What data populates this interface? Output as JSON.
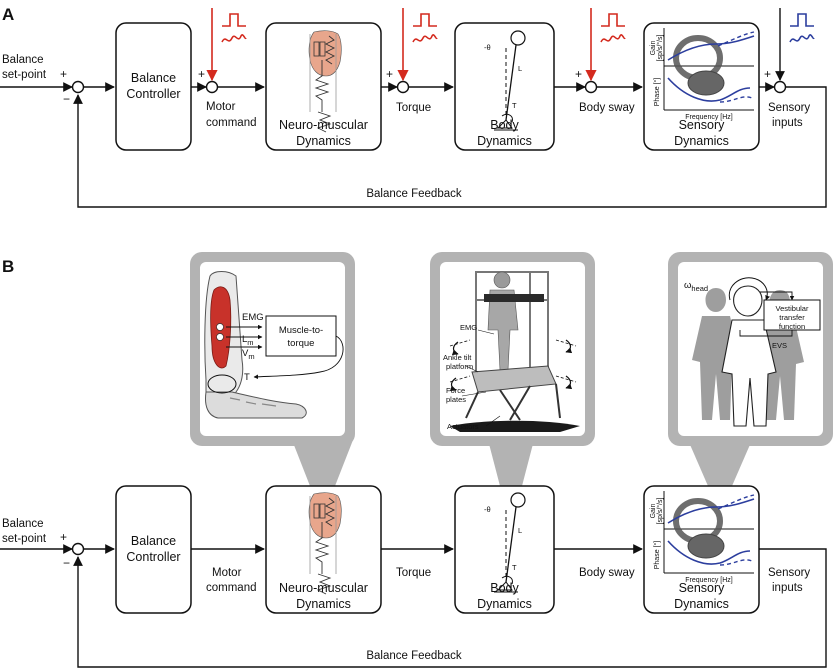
{
  "panels": {
    "a": "A",
    "b": "B"
  },
  "signals": {
    "setpoint_line1": "Balance",
    "setpoint_line2": "set-point",
    "motor_line1": "Motor",
    "motor_line2": "command",
    "torque": "Torque",
    "body_sway": "Body sway",
    "sensory_line1": "Sensory",
    "sensory_line2": "inputs",
    "feedback": "Balance Feedback",
    "plus": "+",
    "minus": "−"
  },
  "blocks": {
    "controller_line1": "Balance",
    "controller_line2": "Controller",
    "nm_line1": "Neuro-muscular",
    "nm_line2": "Dynamics",
    "body_line1": "Body",
    "body_line2": "Dynamics",
    "sensory_line1": "Sensory",
    "sensory_line2": "Dynamics"
  },
  "body_icon": {
    "theta": "-θ",
    "length": "L",
    "torque": "T"
  },
  "bode": {
    "gain_line1": "Gain",
    "gain_line2": "[sp/s/°/s]",
    "phase": "Phase [°]",
    "freq": "Frequency [Hz]"
  },
  "insets": {
    "muscle": {
      "emg": "EMG",
      "lm": "L",
      "lm_sub": "m",
      "vm": "V",
      "vm_sub": "m",
      "t": "T",
      "box_line1": "Muscle-to-",
      "box_line2": "torque"
    },
    "platform": {
      "emg": "EMG",
      "ankle_line1": "Ankle tilt",
      "ankle_line2": "platform",
      "force_line1": "Force",
      "force_line2": "plates",
      "actuators": "Actuators"
    },
    "vestibular": {
      "omega": "ω",
      "omega_sub": "head",
      "box_line1": "Vestibular",
      "box_line2": "transfer",
      "box_line3": "function",
      "evs": "EVS"
    }
  },
  "colors": {
    "disturbance": "#d42a1e",
    "sensory_noise": "#2c3e9e",
    "inset_frame": "#b3b3b3",
    "muscle": "#c8322a"
  }
}
